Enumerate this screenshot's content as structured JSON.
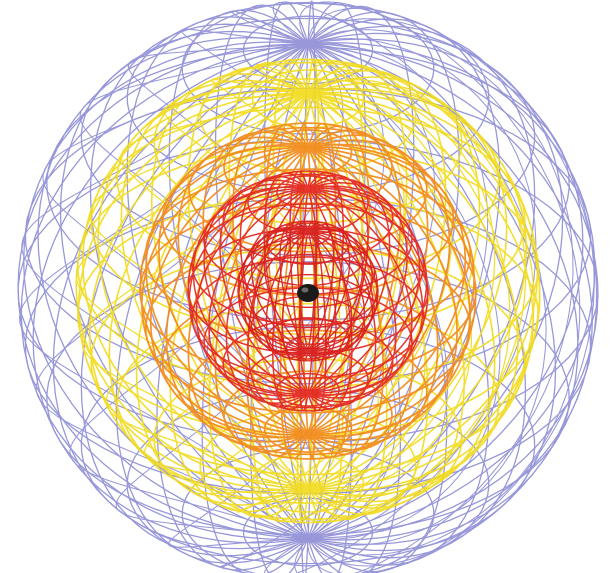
{
  "figure": {
    "kind": "nested-wireframe-spheres",
    "background": "#ffffff",
    "shells": [
      {
        "name": "outer-shell",
        "color": "#8f8fd6",
        "meridians": 36,
        "parallels": 14,
        "weight": "thin"
      },
      {
        "name": "yellow-shell",
        "color": "#f2dc1e",
        "meridians": 32,
        "parallels": 13,
        "weight": "medium"
      },
      {
        "name": "orange-shell",
        "color": "#f28a1c",
        "meridians": 30,
        "parallels": 12,
        "weight": "medium"
      },
      {
        "name": "red-shell",
        "color": "#e3261f",
        "meridians": 28,
        "parallels": 12,
        "weight": "medium"
      },
      {
        "name": "inner-red-shell",
        "color": "#d81e1e",
        "meridians": 24,
        "parallels": 10,
        "weight": "medium"
      }
    ],
    "nucleus": {
      "name": "nucleus",
      "color": "#1a1a1a"
    }
  }
}
